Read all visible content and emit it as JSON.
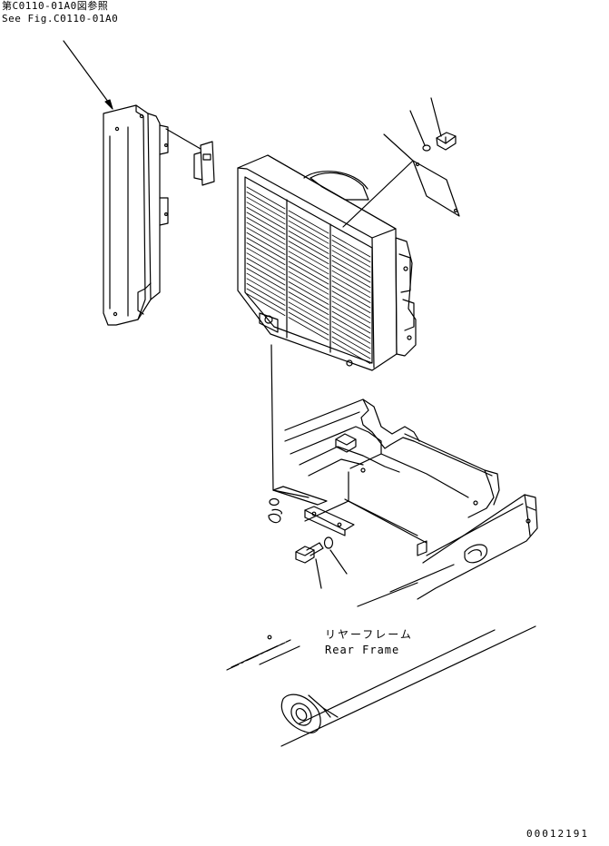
{
  "labels": {
    "reference_jp": "第C0110-01A0図参照",
    "reference_en": "See Fig.C0110-01A0",
    "rear_frame_jp": "リヤーフレーム",
    "rear_frame_en": "Rear Frame",
    "drawing_number": "00012191"
  },
  "colors": {
    "line": "#000000",
    "background": "#ffffff"
  }
}
